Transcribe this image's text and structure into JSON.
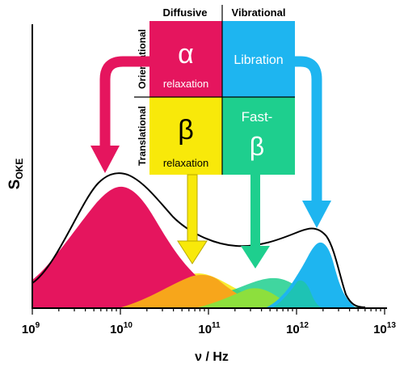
{
  "axes": {
    "ylabel_main": "S",
    "ylabel_sub": "OKE",
    "xlabel": "ν / Hz",
    "xticks": [
      {
        "base": "10",
        "exp": "9"
      },
      {
        "base": "10",
        "exp": "10"
      },
      {
        "base": "10",
        "exp": "11"
      },
      {
        "base": "10",
        "exp": "12"
      },
      {
        "base": "10",
        "exp": "13"
      }
    ]
  },
  "grid": {
    "col_headers": [
      "Diffusive",
      "Vibrational"
    ],
    "row_headers": [
      "Orientational",
      "Translational"
    ],
    "cells": {
      "alpha_symbol": "α",
      "alpha_label": "relaxation",
      "libration_label": "Libration",
      "beta_symbol": "β",
      "beta_label": "relaxation",
      "fast_beta_label": "Fast-",
      "fast_beta_symbol": "β"
    }
  },
  "colors": {
    "alpha": "#e5155e",
    "beta": "#f8e90a",
    "fast_beta": "#1ecf8e",
    "libration": "#1eb5f0",
    "beta_region": "#f7a61b",
    "overlap": "#8ddf3d"
  }
}
